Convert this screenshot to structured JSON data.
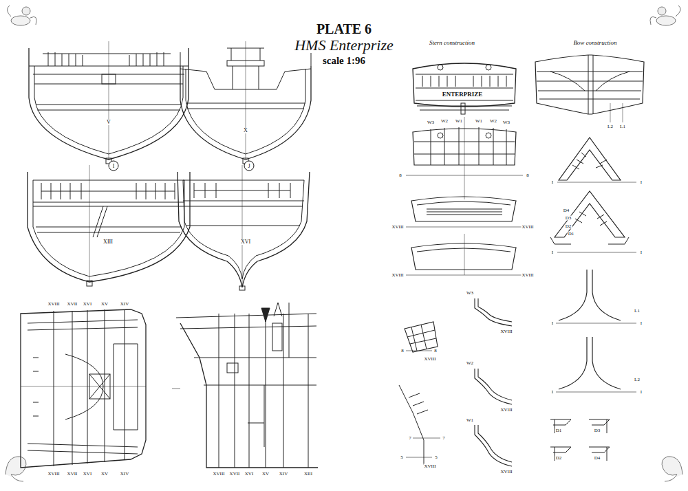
{
  "diagram": {
    "title": "PLATE 6",
    "nodes": [
      {
        "text": [
          "I"
        ]
      },
      {
        "text": [
          "J"
        ]
      }
    ],
    "labels": [
      "HMS Enterprize",
      "scale 1:96",
      "Stern construction",
      "Bow construction",
      "ENTERPRIZE",
      "V",
      "X",
      "XIII",
      "XVI",
      "XVIII",
      "XVII",
      "XVI",
      "XV",
      "XIV",
      "XVIII",
      "XVII",
      "XVI",
      "XV",
      "XIV",
      "XVIII",
      "XVII",
      "XVI",
      "XV",
      "XIV",
      "XIII",
      "W3",
      "W2",
      "W1",
      "W1",
      "W2",
      "W3",
      "8",
      "8",
      "XVIII",
      "XVIII",
      "XVIII",
      "XVIII",
      "8",
      "8",
      "XVIII",
      "W3",
      "XVIII",
      "W2",
      "XVIII",
      "W1",
      "XVIII",
      "7",
      "7",
      "5",
      "5",
      "XVIII",
      "L2",
      "L1",
      "I",
      "I",
      "D4",
      "D3",
      "D2",
      "D1",
      "I",
      "I",
      "L1",
      "I",
      "I",
      "L2",
      "I",
      "I",
      "D1",
      "D3",
      "D2",
      "D4"
    ]
  }
}
